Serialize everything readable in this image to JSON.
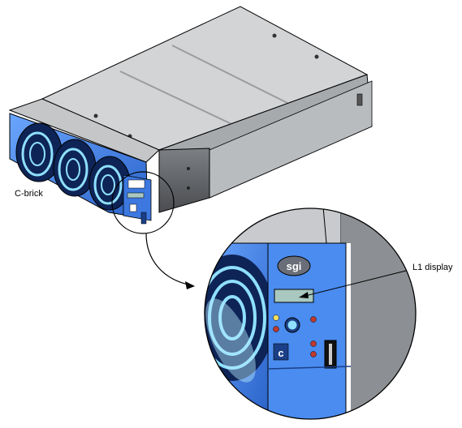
{
  "labels": {
    "brick": "C-brick",
    "l1_display": "L1 display"
  },
  "badges": {
    "logo": "sgi",
    "brick_letter": "c"
  },
  "colors": {
    "chassis_top": "#cfd1d3",
    "chassis_side": "#8c8f93",
    "chassis_front": "#5f6266",
    "bezel_blue": "#4a8cf0",
    "bezel_dark": "#1b3f86",
    "fan_cyan": "#8fe0ff",
    "lcd": "#a8c8c0",
    "outline": "#000000"
  }
}
